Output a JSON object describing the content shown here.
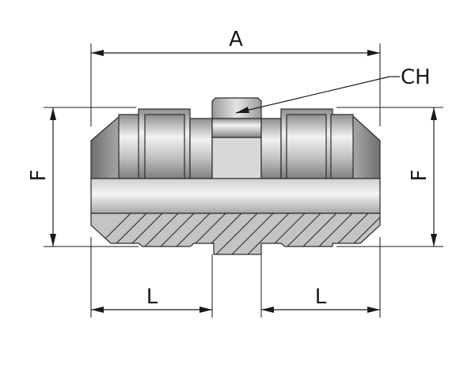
{
  "labels": {
    "overall_length": "A",
    "hex_size": "CH",
    "diameter_left": "F",
    "diameter_right": "F",
    "length_left": "L",
    "length_right": "L"
  },
  "colors": {
    "body_light": "#e6e6e6",
    "body_mid": "#b8b8b8",
    "body_dark": "#7a7a7a",
    "section_fill": "#bdbdbd",
    "lines": "#1a1a1a"
  }
}
